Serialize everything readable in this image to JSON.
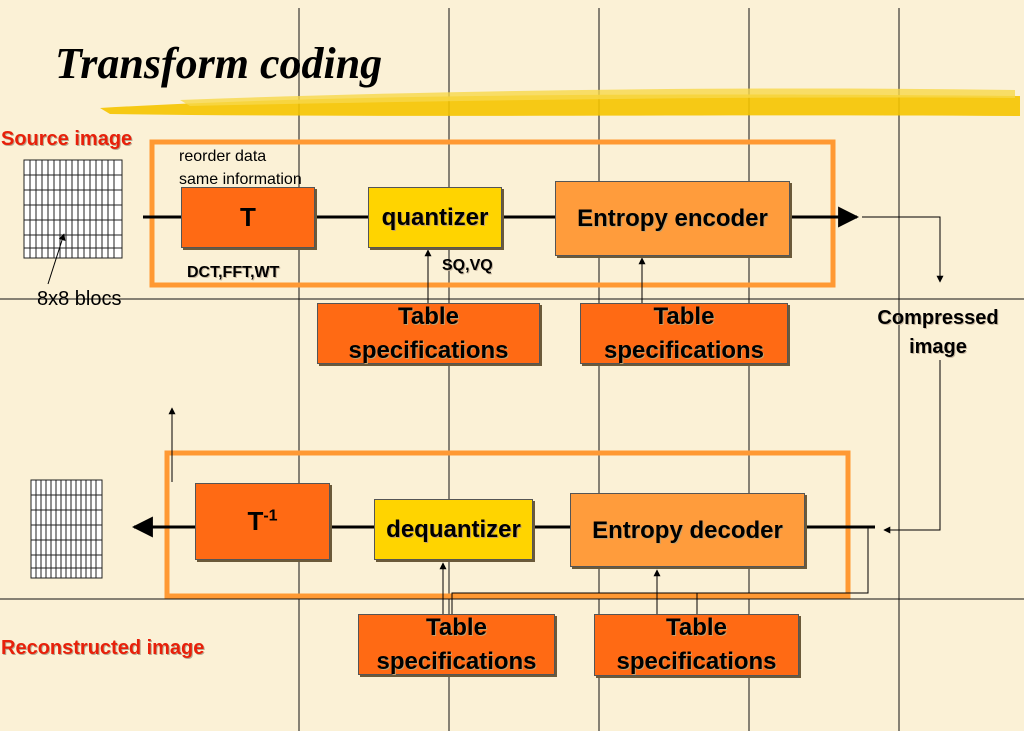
{
  "title": "Transform coding",
  "labels": {
    "source_image": "Source image",
    "reconstructed_image": "Reconstructed image",
    "blocs": "8x8 blocs",
    "reorder_line1": "reorder data",
    "reorder_line2": "same information",
    "dct": "DCT,FFT,WT",
    "sq": "SQ,VQ",
    "compressed_line1": "Compressed",
    "compressed_line2": "image"
  },
  "encoder": {
    "transform": "T",
    "quantizer": "quantizer",
    "entropy": "Entropy encoder",
    "table_line1": "Table",
    "table_line2": "specifications"
  },
  "decoder": {
    "inverse_base": "T",
    "inverse_exp": "-1",
    "dequantizer": "dequantizer",
    "entropy": "Entropy decoder",
    "table_line1": "Table",
    "table_line2": "specifications"
  },
  "colors": {
    "accent_frame": "#ff9933",
    "box_orange": "#ff6a14",
    "box_light": "#ff9c3c",
    "box_yellow": "#ffd400",
    "label_red": "#e8200a"
  }
}
